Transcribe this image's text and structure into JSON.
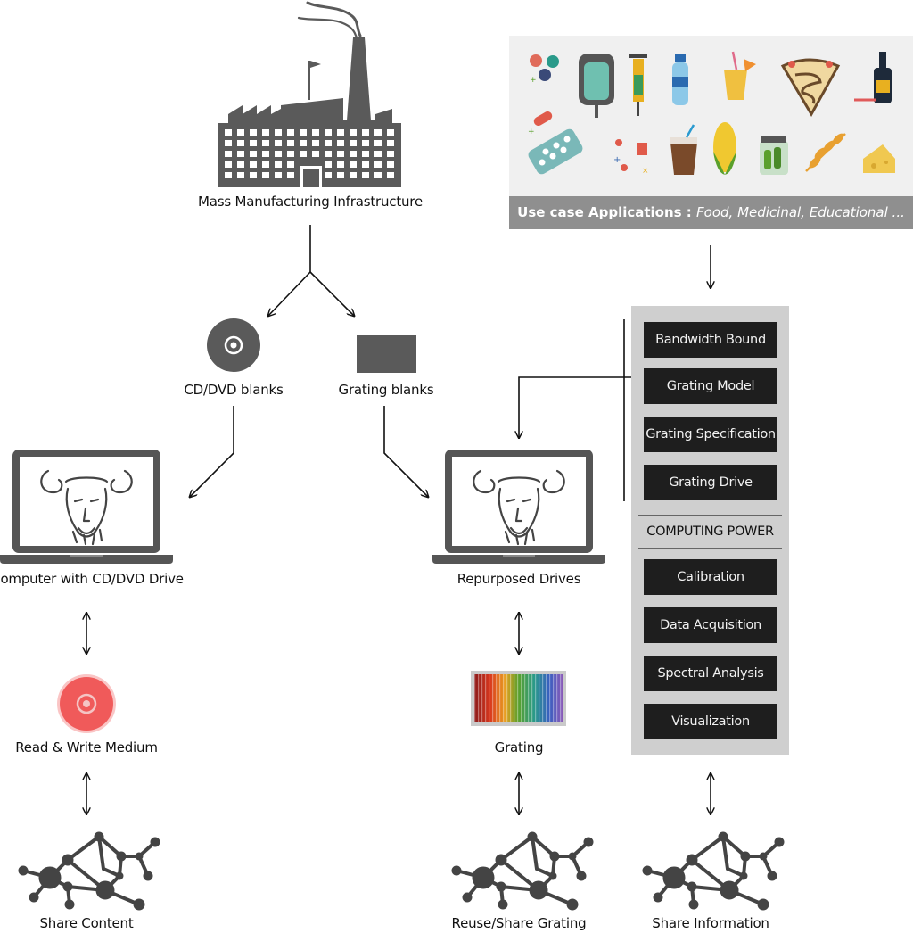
{
  "nodes": {
    "factory": "Mass Manufacturing Infrastructure",
    "cd_blanks": "CD/DVD blanks",
    "grating_blanks": "Grating blanks",
    "computer": "Computer with CD/DVD Drive",
    "repurposed": "Repurposed Drives",
    "medium": "Read & Write Medium",
    "grating": "Grating",
    "share_content": "Share Content",
    "reuse_share": "Reuse/Share Grating",
    "share_info": "Share Information"
  },
  "usecase": {
    "prefix": "Use case Applications : ",
    "items": "Food, Medicinal, Educational ..."
  },
  "pipeline": {
    "steps_top": [
      "Bandwidth Bound",
      "Grating Model",
      "Grating Specification",
      "Grating Drive"
    ],
    "divider": "COMPUTING POWER",
    "steps_bottom": [
      "Calibration",
      "Data Acquisition",
      "Spectral Analysis",
      "Visualization"
    ]
  },
  "icons": {
    "factory": "factory-icon",
    "disc": "disc-icon",
    "blank": "grating-blank-icon",
    "laptop": "laptop-gnu-icon",
    "medium": "red-disc-icon",
    "spectrum": "spectrum-grating-icon",
    "network": "network-icon"
  },
  "colors": {
    "dark_gray": "#5a5a5a",
    "panel": "#cfcfcf",
    "step_box": "#1e1e1e",
    "usecase_bg": "#f0f0f0",
    "usecase_bar": "#8f8f8f",
    "red_disc": "#f05a5a"
  }
}
